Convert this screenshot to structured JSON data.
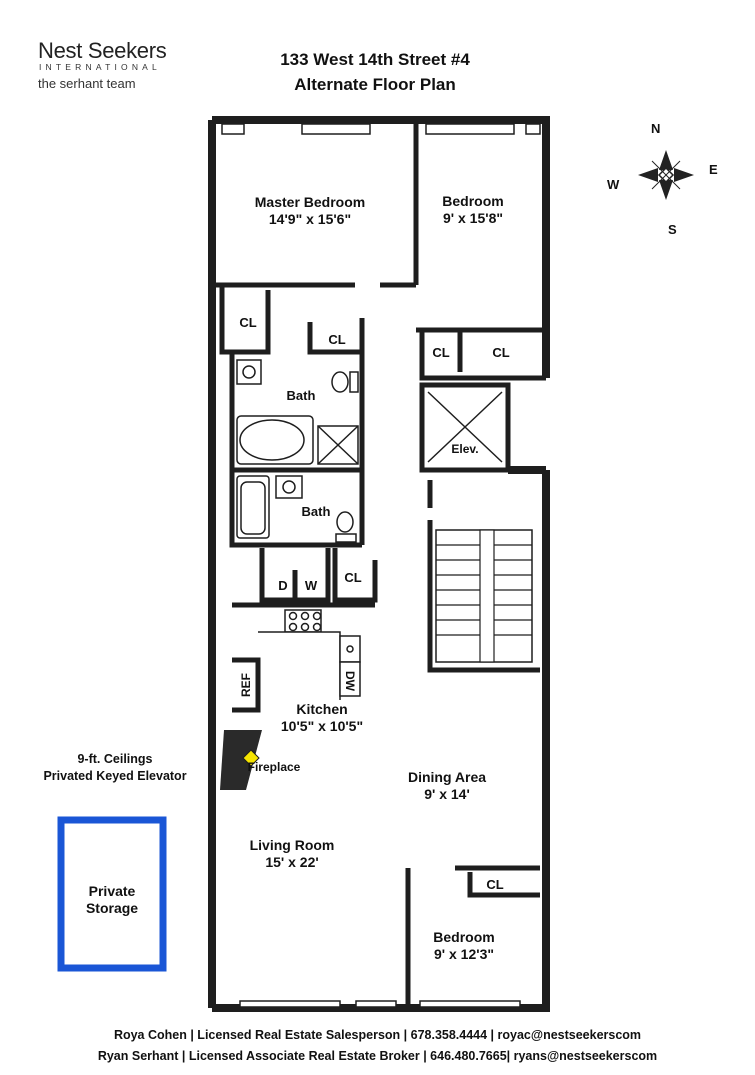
{
  "logo": {
    "brand": "Nest Seekers",
    "sub": "INTERNATIONAL",
    "team": "the serhant team"
  },
  "header": {
    "line1": "133 West 14th Street #4",
    "line2": "Alternate Floor Plan"
  },
  "compass": {
    "n": "N",
    "s": "S",
    "e": "E",
    "w": "W"
  },
  "rooms": {
    "master_bedroom": {
      "name": "Master Bedroom",
      "dims": "14'9\" x 15'6\""
    },
    "bedroom_top": {
      "name": "Bedroom",
      "dims": "9' x 15'8\""
    },
    "closet": "CL",
    "bath": "Bath",
    "elevator": "Elev.",
    "washer": "W",
    "dryer": "D",
    "refrigerator": "REF",
    "dishwasher": "DW",
    "kitchen": {
      "name": "Kitchen",
      "dims": "10'5\" x 10'5\""
    },
    "fireplace": "Fireplace",
    "dining": {
      "name": "Dining Area",
      "dims": "9' x 14'"
    },
    "living": {
      "name": "Living Room",
      "dims": "15' x 22'"
    },
    "bedroom_bottom": {
      "name": "Bedroom",
      "dims": "9' x 12'3\""
    }
  },
  "notes": {
    "ceilings": "9-ft. Ceilings",
    "elevator": "Privated Keyed Elevator"
  },
  "storage": {
    "line1": "Private",
    "line2": "Storage",
    "color": "#1a56d6"
  },
  "fireplace_color": "#f5e400",
  "footer": {
    "line1": "Roya Cohen | Licensed Real Estate Salesperson | 678.358.4444 | royac@nestseekerscom",
    "line2": "Ryan Serhant | Licensed Associate Real Estate Broker | 646.480.7665| ryans@nestseekerscom"
  }
}
